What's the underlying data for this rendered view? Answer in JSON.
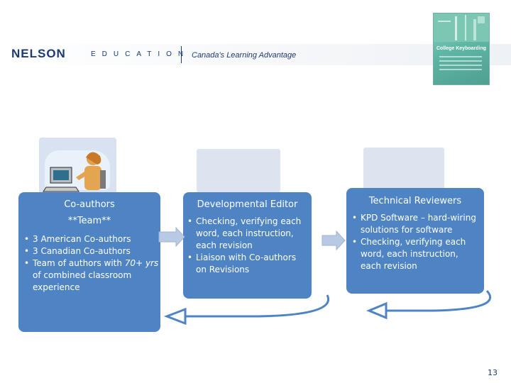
{
  "header": {
    "brand": "NELSON",
    "division": "EDUCATION",
    "tagline": "Canada's Learning Advantage"
  },
  "book": {
    "title": "College Keyboarding"
  },
  "boxes": {
    "coauthors": {
      "title": "Co-authors",
      "subtitle": "**Team**",
      "bullets": [
        "3 American Co-authors",
        "3 Canadian Co-authors"
      ],
      "last_bullet": {
        "pre": "Team of authors with ",
        "em1": "70+",
        "mid_em": "yrs",
        "post": " of combined classroom experience"
      }
    },
    "developmental_editor": {
      "title": "Developmental Editor",
      "bullets": [
        "Checking, verifying each word, each instruction, each revision",
        "Liaison with Co-authors on Revisions"
      ]
    },
    "technical_reviewers": {
      "title": "Technical Reviewers",
      "bullets": [
        "KPD Software – hard-wiring solutions for software",
        "Checking, verifying each word, each instruction, each revision"
      ]
    }
  },
  "colors": {
    "box": "#4f84c4",
    "arrow": "#4f84c4",
    "navy": "#1c3a72"
  },
  "slide_number": "13"
}
